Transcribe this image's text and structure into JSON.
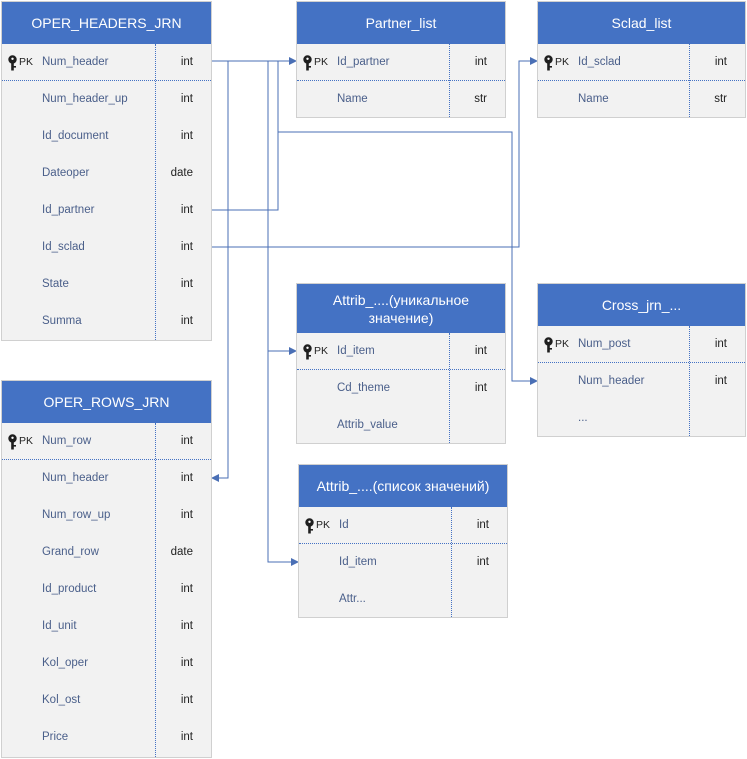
{
  "tables": {
    "oper_headers": {
      "title": "OPER_HEADERS_JRN",
      "rows": [
        {
          "pk": "PK",
          "name": "Num_header",
          "type": "int"
        },
        {
          "name": "Num_header_up",
          "type": "int"
        },
        {
          "name": "Id_document",
          "type": "int"
        },
        {
          "name": "Dateoper",
          "type": "date"
        },
        {
          "name": "Id_partner",
          "type": "int"
        },
        {
          "name": "Id_sclad",
          "type": "int"
        },
        {
          "name": "State",
          "type": "int"
        },
        {
          "name": "Summa",
          "type": "int"
        }
      ]
    },
    "partner_list": {
      "title": "Partner_list",
      "rows": [
        {
          "pk": "PK",
          "name": "Id_partner",
          "type": "int"
        },
        {
          "name": "Name",
          "type": "str"
        }
      ]
    },
    "sclad_list": {
      "title": "Sclad_list",
      "rows": [
        {
          "pk": "PK",
          "name": "Id_sclad",
          "type": "int"
        },
        {
          "name": "Name",
          "type": "str"
        }
      ]
    },
    "oper_rows": {
      "title": "OPER_ROWS_JRN",
      "rows": [
        {
          "pk": "PK",
          "name": "Num_row",
          "type": "int"
        },
        {
          "name": "Num_header",
          "type": "int"
        },
        {
          "name": "Num_row_up",
          "type": "int"
        },
        {
          "name": "Grand_row",
          "type": "date"
        },
        {
          "name": "Id_product",
          "type": "int"
        },
        {
          "name": "Id_unit",
          "type": "int"
        },
        {
          "name": "Kol_oper",
          "type": "int"
        },
        {
          "name": "Kol_ost",
          "type": "int"
        },
        {
          "name": "Price",
          "type": "int"
        }
      ]
    },
    "attrib_unique": {
      "title": "Attrib_....(уникальное значение)",
      "rows": [
        {
          "pk": "PK",
          "name": "Id_item",
          "type": "int"
        },
        {
          "name": "Cd_theme",
          "type": "int"
        },
        {
          "name": "Attrib_value",
          "type": ""
        }
      ]
    },
    "cross_jrn": {
      "title": "Cross_jrn_...",
      "rows": [
        {
          "pk": "PK",
          "name": "Num_post",
          "type": "int"
        },
        {
          "name": "Num_header",
          "type": "int"
        },
        {
          "name": "...",
          "type": ""
        }
      ]
    },
    "attrib_list": {
      "title": "Attrib_....(список значений)",
      "rows": [
        {
          "pk": "PK",
          "name": "Id",
          "type": "int"
        },
        {
          "name": "Id_item",
          "type": "int"
        },
        {
          "name": "Attr...",
          "type": ""
        }
      ]
    }
  },
  "colors": {
    "header": "#4472c4",
    "line": "#4a6fb5",
    "body": "#f2f2f2"
  }
}
